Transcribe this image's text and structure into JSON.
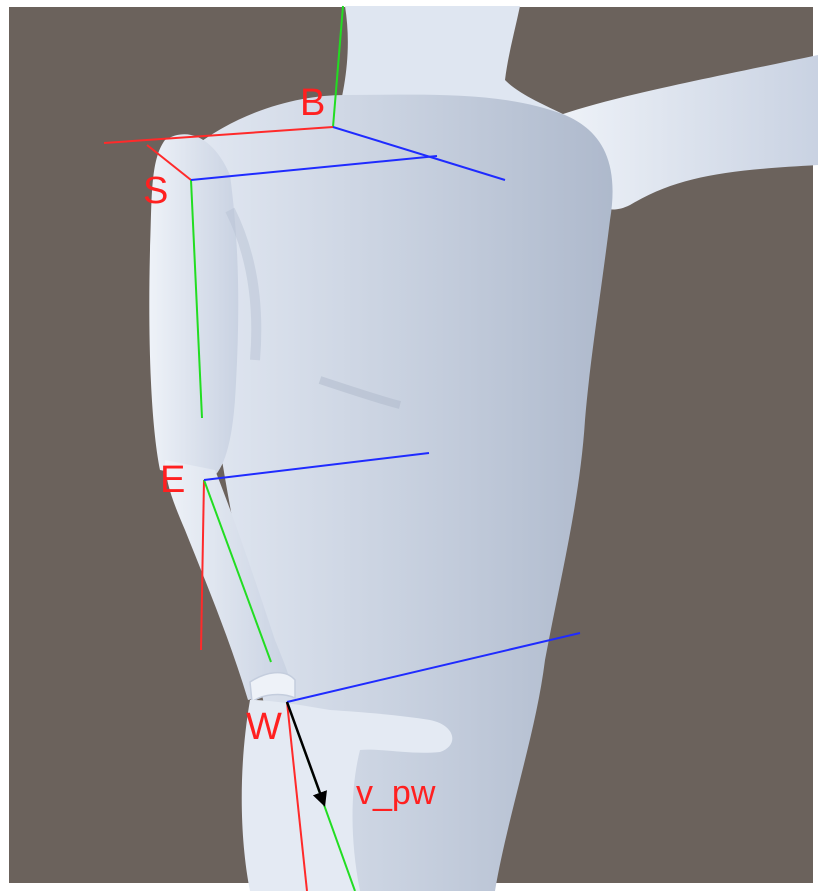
{
  "colors": {
    "background": "#6b625c",
    "frame": "#ffffff",
    "body": "#d7dfec",
    "body_shade": "#b9c4d6",
    "x_axis": "#ff2a2a",
    "y_axis": "#22dd22",
    "z_axis": "#1f2bff",
    "label": "#ff2020",
    "vector": "#000000"
  },
  "labels": {
    "base": "B",
    "shoulder": "S",
    "elbow": "E",
    "wrist": "W",
    "velocity": "v_pw"
  }
}
